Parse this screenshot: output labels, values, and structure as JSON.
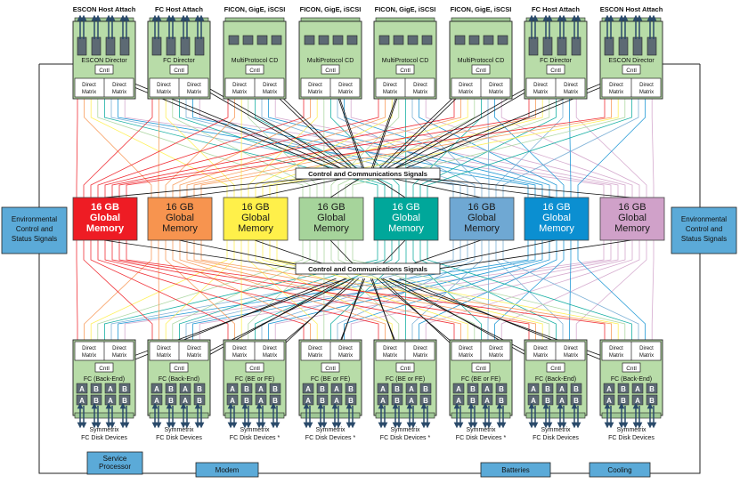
{
  "top_labels": [
    "ESCON Host Attach",
    "FC Host Attach",
    "FICON, GigE, iSCSI",
    "FICON, GigE, iSCSI",
    "FICON, GigE, iSCSI",
    "FICON, GigE, iSCSI",
    "FC Host Attach",
    "ESCON Host Attach"
  ],
  "top_directors": [
    {
      "name": "ESCON Director",
      "ports": "arrows"
    },
    {
      "name": "FC Director",
      "ports": "arrows"
    },
    {
      "name": "MultiProtocol CD",
      "ports": "blocks"
    },
    {
      "name": "MultiProtocol CD",
      "ports": "blocks"
    },
    {
      "name": "MultiProtocol CD",
      "ports": "blocks"
    },
    {
      "name": "MultiProtocol CD",
      "ports": "blocks"
    },
    {
      "name": "FC Director",
      "ports": "arrows"
    },
    {
      "name": "ESCON Director",
      "ports": "arrows"
    }
  ],
  "cntl_label": "Cntl",
  "direct_matrix_label": [
    "Direct",
    "Matrix"
  ],
  "control_signals_label": "Control and Communications Signals",
  "memory_modules": [
    {
      "lines": [
        "16 GB",
        "Global",
        "Memory"
      ],
      "color": "#ee1c24",
      "text_color": "#ffffff",
      "bold": true
    },
    {
      "lines": [
        "16 GB",
        "Global",
        "Memory"
      ],
      "color": "#f7944f",
      "text_color": "#1a1a1a",
      "bold": false
    },
    {
      "lines": [
        "16 GB",
        "Global",
        "Memory"
      ],
      "color": "#fff04a",
      "text_color": "#1a1a1a",
      "bold": false
    },
    {
      "lines": [
        "16 GB",
        "Global",
        "Memory"
      ],
      "color": "#a6d49b",
      "text_color": "#1a1a1a",
      "bold": false
    },
    {
      "lines": [
        "16 GB",
        "Global",
        "Memory"
      ],
      "color": "#00a79a",
      "text_color": "#ffffff",
      "bold": false
    },
    {
      "lines": [
        "16 GB",
        "Global",
        "Memory"
      ],
      "color": "#6fa8d3",
      "text_color": "#1a1a1a",
      "bold": false
    },
    {
      "lines": [
        "16 GB",
        "Global",
        "Memory"
      ],
      "color": "#0b8fd1",
      "text_color": "#ffffff",
      "bold": false
    },
    {
      "lines": [
        "16 GB",
        "Global",
        "Memory"
      ],
      "color": "#d0a1c9",
      "text_color": "#1a1a1a",
      "bold": false
    }
  ],
  "env_left": [
    "Environmental",
    "Control and",
    "Status Signals"
  ],
  "env_right": [
    "Environmental",
    "Control and",
    "Status Signals"
  ],
  "bottom_directors": [
    "FC (Back-End)",
    "FC (Back-End)",
    "FC (BE or FE)",
    "FC (BE or FE)",
    "FC (BE or FE)",
    "FC (BE or FE)",
    "FC (Back-End)",
    "FC (Back-End)"
  ],
  "port_letters": [
    "A",
    "B"
  ],
  "bottom_labels": [
    [
      "Symmetrix",
      "FC Disk Devices"
    ],
    [
      "Symmetrix",
      "FC Disk Devices"
    ],
    [
      "Symmetrix",
      "FC Disk Devices *"
    ],
    [
      "Symmetrix",
      "FC Disk Devices *"
    ],
    [
      "Symmetrix",
      "FC Disk Devices *"
    ],
    [
      "Symmetrix",
      "FC Disk Devices *"
    ],
    [
      "Symmetrix",
      "FC Disk Devices"
    ],
    [
      "Symmetrix",
      "FC Disk Devices"
    ]
  ],
  "bottom_boxes": [
    {
      "lines": [
        "Service",
        "Processor"
      ]
    },
    {
      "lines": [
        "Modem"
      ]
    },
    {
      "lines": [
        "Batteries"
      ]
    },
    {
      "lines": [
        "Cooling"
      ]
    }
  ],
  "colors": {
    "director_fill": "#b8dca8",
    "box_blue": "#5baad8",
    "arrow": "#2a4a6a",
    "outline": "#222222",
    "signal_line": "#111111"
  }
}
